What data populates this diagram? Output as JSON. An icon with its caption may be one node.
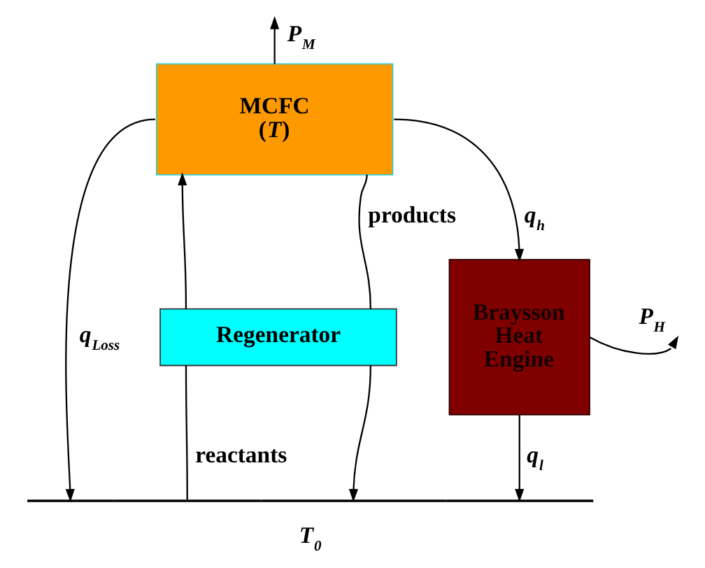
{
  "diagram": {
    "nodes": [
      {
        "text": [
          "MCFC (*T*)"
        ]
      },
      {
        "text": [
          "Regenerator"
        ]
      },
      {
        "text": [
          "Braysson Heat Engine"
        ]
      },
      {
        "text": [
          "T$_{0}$"
        ]
      }
    ],
    "edges": [
      {
        "from": 0,
        "to": null,
        "arrow": "to",
        "label": "P$_{M}$"
      },
      {
        "from": 0,
        "to": 3,
        "arrow": "to",
        "label": "q$_{Loss}$"
      },
      {
        "from": 0,
        "to": 2,
        "arrow": "to",
        "label": "q$_{h}$"
      },
      {
        "from": 2,
        "to": null,
        "arrow": "to",
        "label": "P$_{H}$"
      },
      {
        "from": 2,
        "to": 3,
        "arrow": "to",
        "label": "q$_{l}$"
      },
      {
        "from": 3,
        "to": 1,
        "arrow": "none",
        "label": "reactants"
      },
      {
        "from": 1,
        "to": 0,
        "arrow": "to"
      },
      {
        "from": 0,
        "to": 1,
        "arrow": "none",
        "label": "products"
      },
      {
        "from": 1,
        "to": 3,
        "arrow": "to"
      }
    ]
  }
}
